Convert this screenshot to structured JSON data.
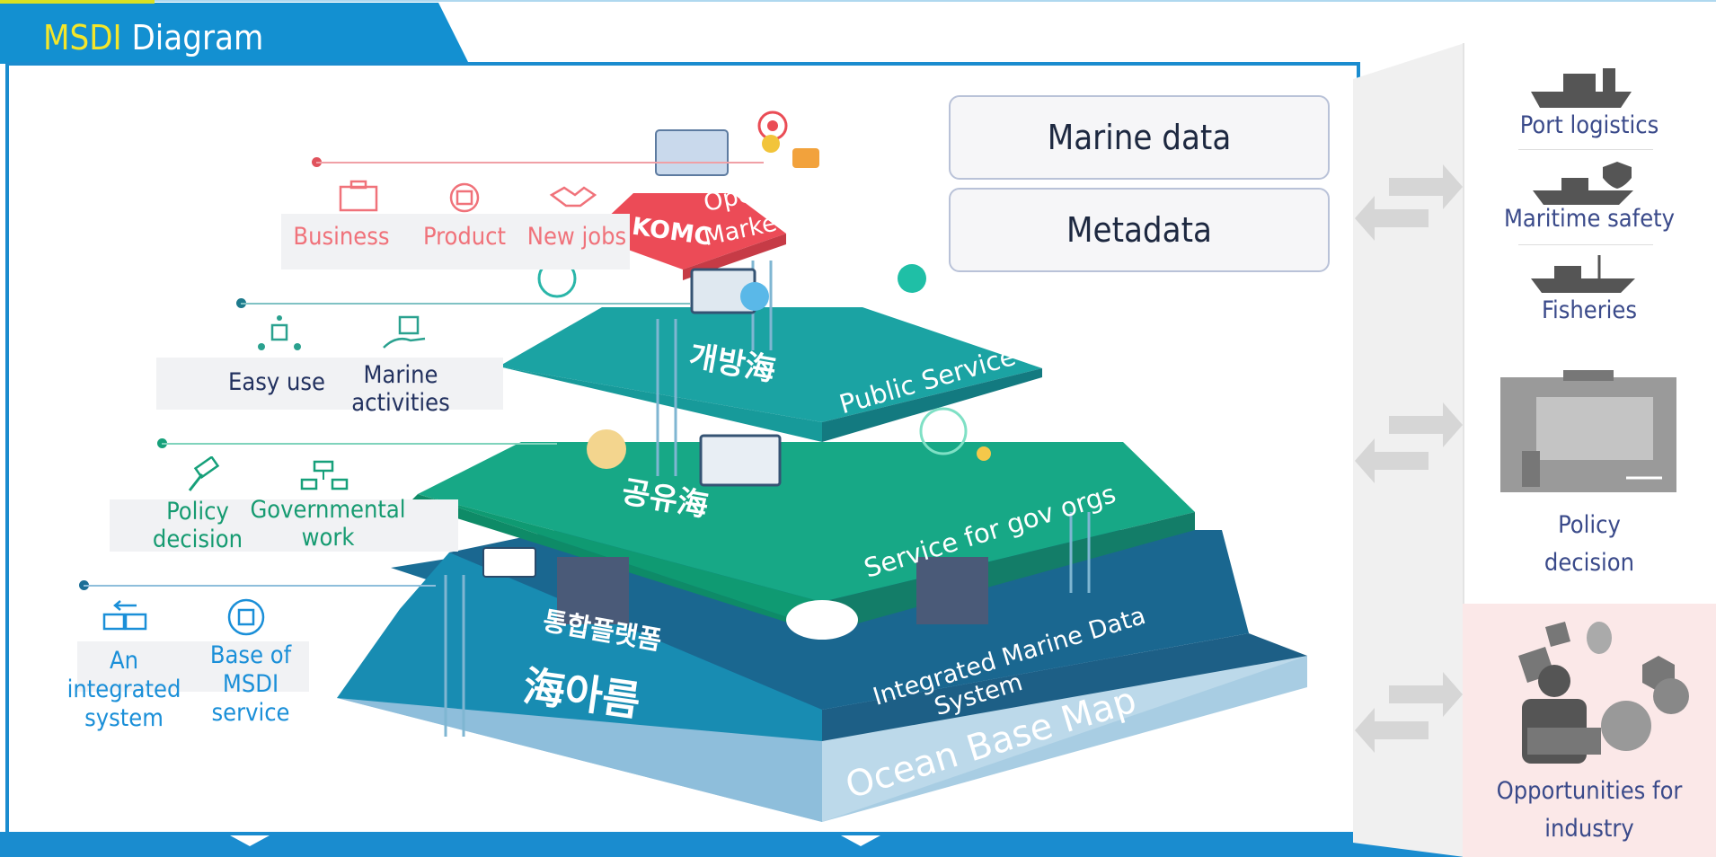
{
  "header": {
    "title_accent": "MSDI",
    "title_rest": " Diagram"
  },
  "boxes": {
    "marine_data": "Marine data",
    "metadata": "Metadata"
  },
  "callouts": {
    "top": {
      "labels": [
        "Business",
        "Product",
        "New jobs"
      ],
      "color": "#f0727a"
    },
    "second": {
      "easy_use": "Easy use",
      "marine_activities_l1": "Marine",
      "marine_activities_l2": "activities",
      "color": "#22315f"
    },
    "third": {
      "policy_l1": "Policy",
      "policy_l2": "decision",
      "gov_l1": "Governmental",
      "gov_l2": "work",
      "color": "#169b71"
    },
    "fourth": {
      "integ_l1": "An",
      "integ_l2": "integrated",
      "integ_l3": "system",
      "msdi_l1": "Base of",
      "msdi_l2": "MSDI",
      "msdi_l3": "service",
      "color": "#1a8fd8"
    }
  },
  "pyramid": {
    "komc": "KOMC",
    "open_market": [
      "Open",
      "Market"
    ],
    "tier2_kr": "개방海",
    "tier2_en": "Public Service",
    "tier3_kr": "공유海",
    "tier3_en": "Service for gov orgs",
    "tier4_kr": "통합플랫폼",
    "tier4_en": [
      "Integrated Marine Data",
      "System"
    ],
    "tier5_kr": "海아름",
    "tier5_en": "Ocean  Base Map"
  },
  "right": {
    "port": "Port logistics",
    "safety": "Maritime safety",
    "fisheries": "Fisheries",
    "policy_l1": "Policy",
    "policy_l2": "decision",
    "opp_l1": "Opportunities for",
    "opp_l2": "industry"
  },
  "colors": {
    "header_blue": "#1390d1",
    "accent_yellow": "#f4e62a",
    "tier_red": "#ec4b57",
    "tier_teal": "#1d9ba0",
    "tier_green": "#12a07b",
    "tier_blue": "#1385a9",
    "tier_light": "#9fc9e0",
    "right_label": "#3a4a8a"
  }
}
